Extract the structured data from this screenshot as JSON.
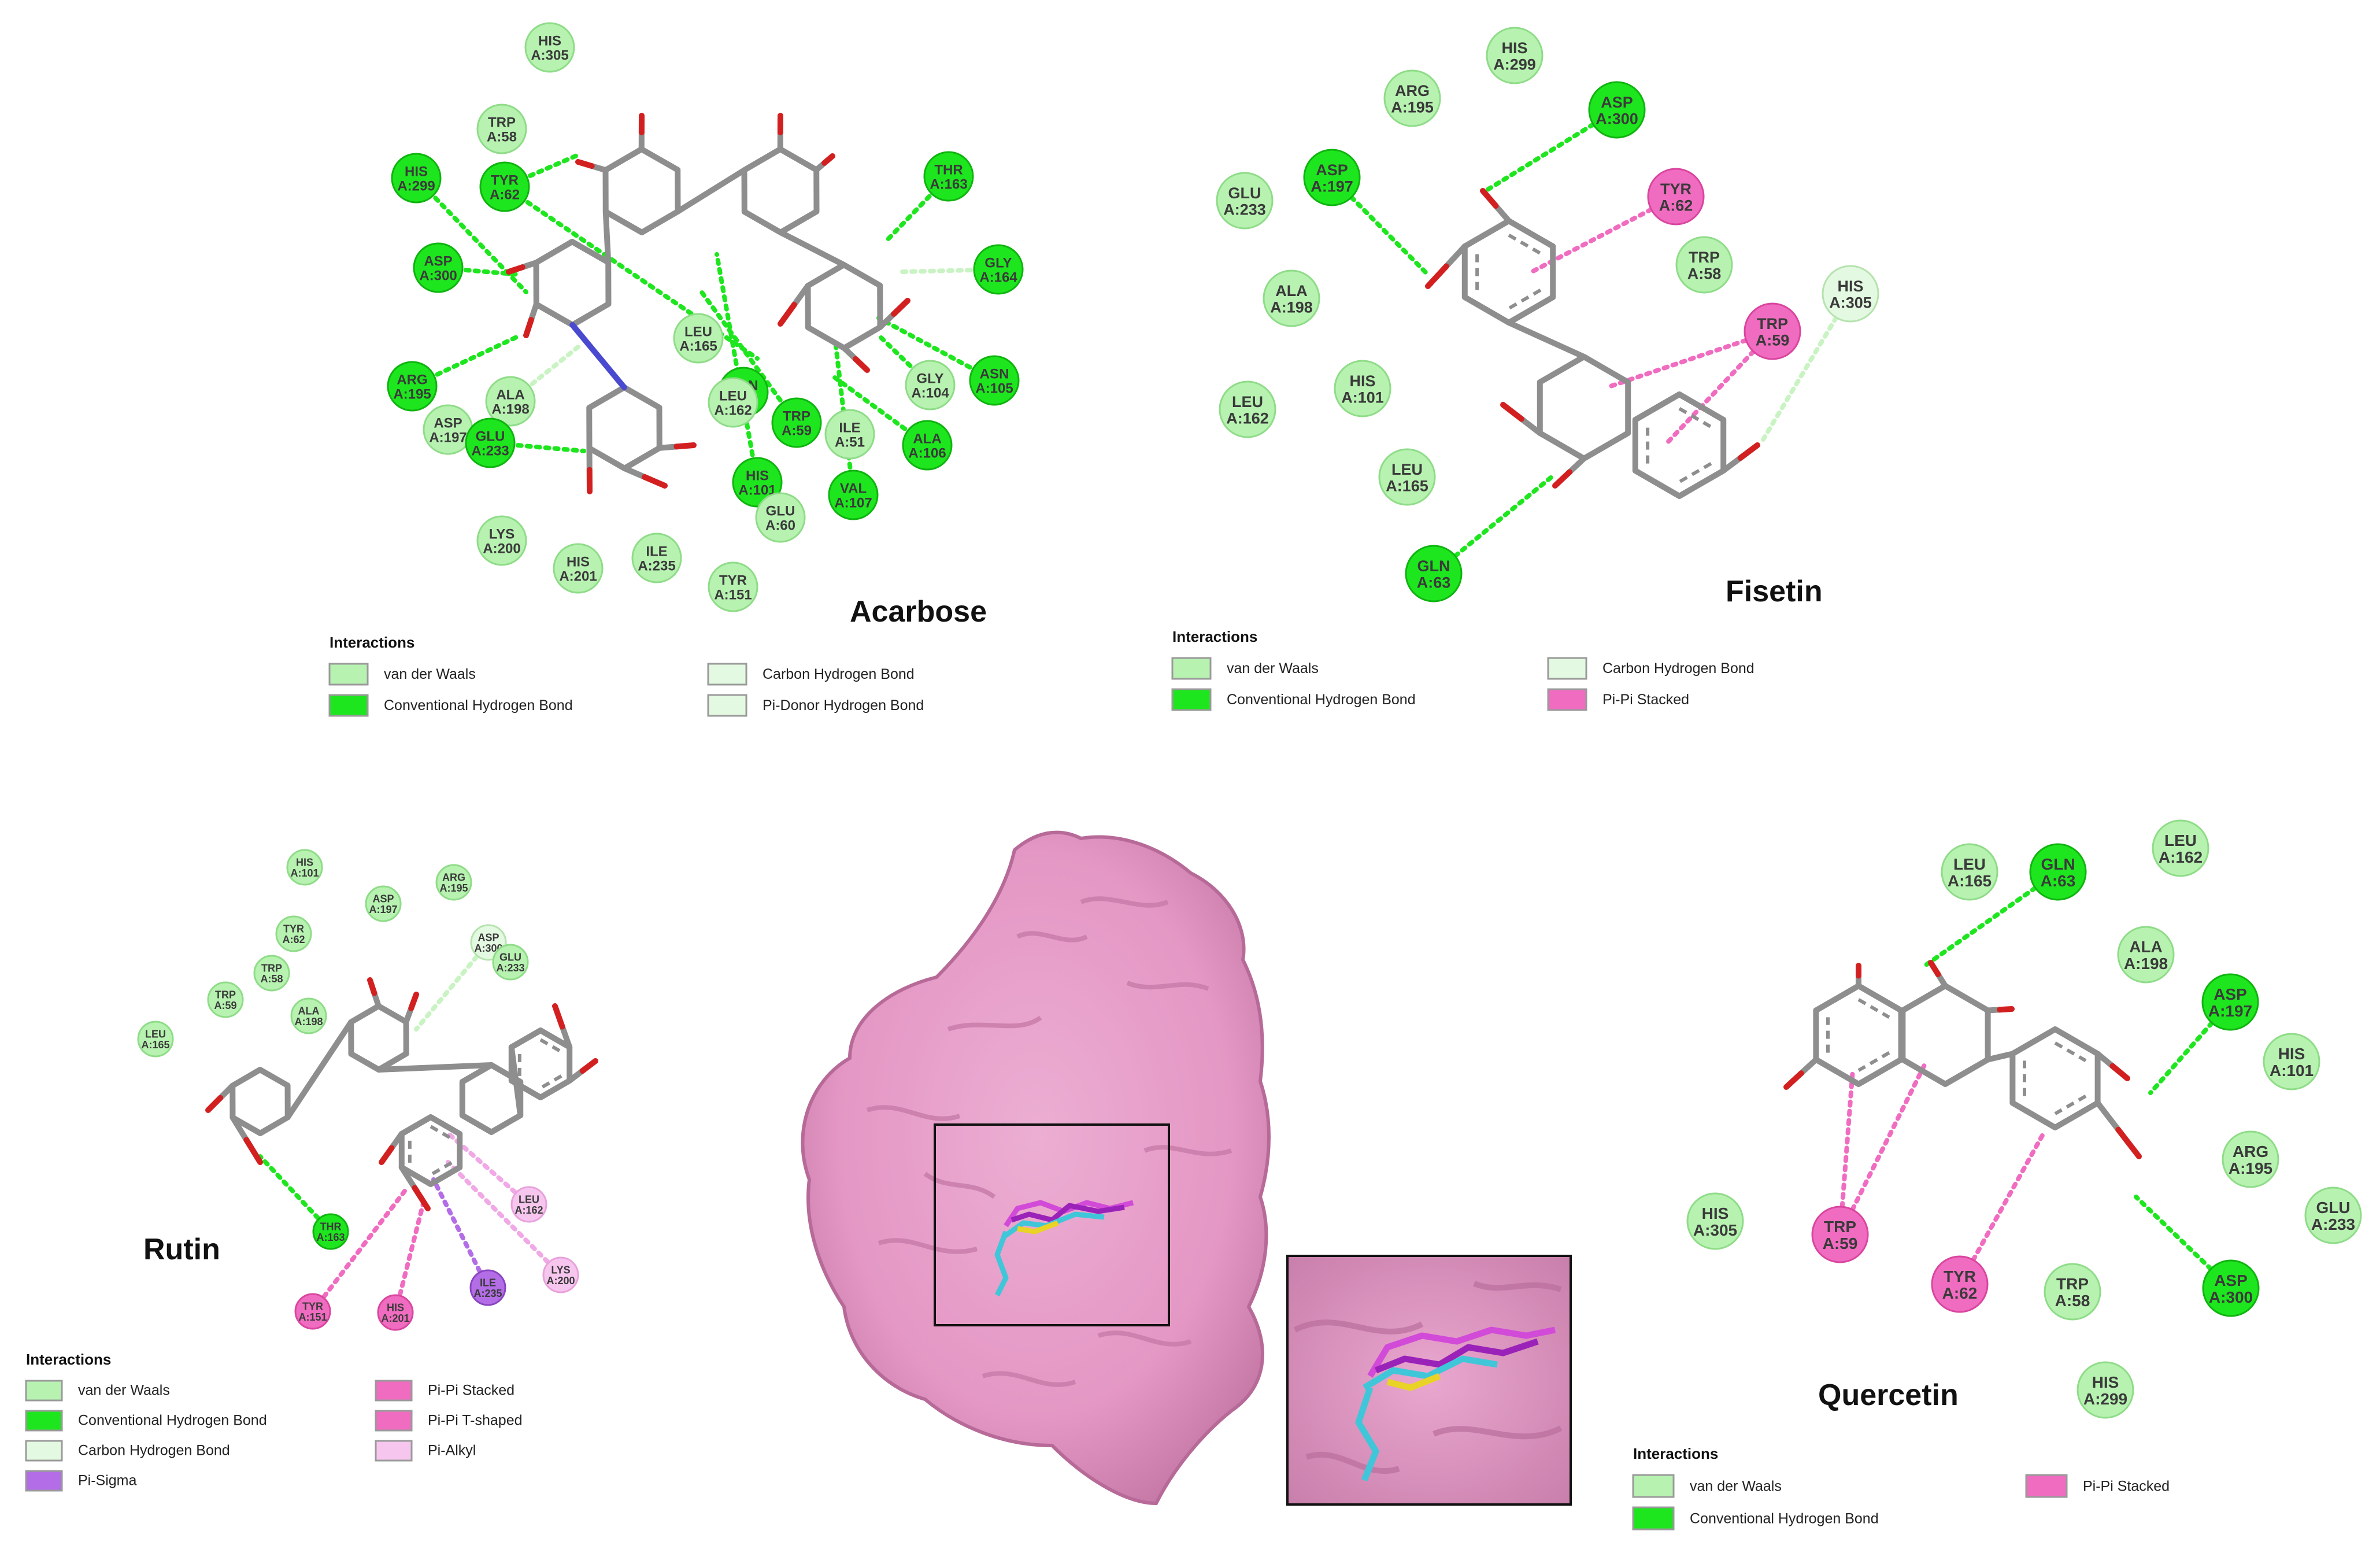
{
  "colors": {
    "vdw": "#b7f2b1",
    "hbond": "#1ee61e",
    "chbond": "#e4f9e1",
    "pipi": "#f06cc0",
    "pialkyl": "#f6c6ee",
    "pisigma": "#b36de6",
    "bond": "#8e8e8e",
    "oxygen": "#d22020",
    "nitrogen": "#4a4ad0",
    "surface": "#e79cc8"
  },
  "panels": [
    {
      "id": "acarbose",
      "title": "Acarbose",
      "legend": {
        "header": "Interactions",
        "items": [
          {
            "label": "van der Waals",
            "type": "vdw"
          },
          {
            "label": "Conventional Hydrogen Bond",
            "type": "hbond"
          },
          {
            "label": "Carbon Hydrogen Bond",
            "type": "chbond"
          },
          {
            "label": "Pi-Donor Hydrogen Bond",
            "type": "chbond"
          }
        ]
      },
      "residues": [
        {
          "name": "HIS",
          "chain": "A:305",
          "type": "vdw"
        },
        {
          "name": "TRP",
          "chain": "A:58",
          "type": "vdw"
        },
        {
          "name": "HIS",
          "chain": "A:299",
          "type": "hbond"
        },
        {
          "name": "TYR",
          "chain": "A:62",
          "type": "hbond"
        },
        {
          "name": "ASP",
          "chain": "A:300",
          "type": "hbond"
        },
        {
          "name": "ARG",
          "chain": "A:195",
          "type": "hbond"
        },
        {
          "name": "ALA",
          "chain": "A:198",
          "type": "vdw"
        },
        {
          "name": "ASP",
          "chain": "A:197",
          "type": "vdw"
        },
        {
          "name": "GLU",
          "chain": "A:233",
          "type": "hbond"
        },
        {
          "name": "LYS",
          "chain": "A:200",
          "type": "vdw"
        },
        {
          "name": "HIS",
          "chain": "A:201",
          "type": "vdw"
        },
        {
          "name": "ILE",
          "chain": "A:235",
          "type": "vdw"
        },
        {
          "name": "TYR",
          "chain": "A:151",
          "type": "vdw"
        },
        {
          "name": "LEU",
          "chain": "A:165",
          "type": "vdw"
        },
        {
          "name": "GLN",
          "chain": "A:63",
          "type": "hbond"
        },
        {
          "name": "LEU",
          "chain": "A:162",
          "type": "vdw"
        },
        {
          "name": "TRP",
          "chain": "A:59",
          "type": "hbond"
        },
        {
          "name": "HIS",
          "chain": "A:101",
          "type": "hbond"
        },
        {
          "name": "GLU",
          "chain": "A:60",
          "type": "vdw"
        },
        {
          "name": "ILE",
          "chain": "A:51",
          "type": "vdw"
        },
        {
          "name": "VAL",
          "chain": "A:107",
          "type": "hbond"
        },
        {
          "name": "ALA",
          "chain": "A:106",
          "type": "hbond"
        },
        {
          "name": "GLY",
          "chain": "A:104",
          "type": "vdw"
        },
        {
          "name": "ASN",
          "chain": "A:105",
          "type": "hbond"
        },
        {
          "name": "GLY",
          "chain": "A:164",
          "type": "hbond"
        },
        {
          "name": "THR",
          "chain": "A:163",
          "type": "hbond"
        }
      ]
    },
    {
      "id": "fisetin",
      "title": "Fisetin",
      "legend": {
        "header": "Interactions",
        "items": [
          {
            "label": "van der Waals",
            "type": "vdw"
          },
          {
            "label": "Conventional Hydrogen Bond",
            "type": "hbond"
          },
          {
            "label": "Carbon Hydrogen Bond",
            "type": "chbond"
          },
          {
            "label": "Pi-Pi Stacked",
            "type": "pipi"
          }
        ]
      },
      "residues": [
        {
          "name": "HIS",
          "chain": "A:299",
          "type": "vdw"
        },
        {
          "name": "ARG",
          "chain": "A:195",
          "type": "vdw"
        },
        {
          "name": "ASP",
          "chain": "A:300",
          "type": "hbond"
        },
        {
          "name": "ASP",
          "chain": "A:197",
          "type": "hbond"
        },
        {
          "name": "GLU",
          "chain": "A:233",
          "type": "vdw"
        },
        {
          "name": "TYR",
          "chain": "A:62",
          "type": "pipi"
        },
        {
          "name": "TRP",
          "chain": "A:58",
          "type": "vdw"
        },
        {
          "name": "HIS",
          "chain": "A:305",
          "type": "chbond"
        },
        {
          "name": "ALA",
          "chain": "A:198",
          "type": "vdw"
        },
        {
          "name": "TRP",
          "chain": "A:59",
          "type": "pipi"
        },
        {
          "name": "LEU",
          "chain": "A:162",
          "type": "vdw"
        },
        {
          "name": "HIS",
          "chain": "A:101",
          "type": "vdw"
        },
        {
          "name": "LEU",
          "chain": "A:165",
          "type": "vdw"
        },
        {
          "name": "GLN",
          "chain": "A:63",
          "type": "hbond"
        }
      ]
    },
    {
      "id": "rutin",
      "title": "Rutin",
      "legend": {
        "header": "Interactions",
        "items": [
          {
            "label": "van der Waals",
            "type": "vdw"
          },
          {
            "label": "Conventional Hydrogen Bond",
            "type": "hbond"
          },
          {
            "label": "Carbon Hydrogen Bond",
            "type": "chbond"
          },
          {
            "label": "Pi-Sigma",
            "type": "pisigma"
          },
          {
            "label": "Pi-Pi Stacked",
            "type": "pipi"
          },
          {
            "label": "Pi-Pi T-shaped",
            "type": "pipi"
          },
          {
            "label": "Pi-Alkyl",
            "type": "pialkyl"
          }
        ]
      },
      "residues": [
        {
          "name": "HIS",
          "chain": "A:101",
          "type": "vdw"
        },
        {
          "name": "ARG",
          "chain": "A:195",
          "type": "vdw"
        },
        {
          "name": "ASP",
          "chain": "A:197",
          "type": "vdw"
        },
        {
          "name": "TYR",
          "chain": "A:62",
          "type": "vdw"
        },
        {
          "name": "ASP",
          "chain": "A:300",
          "type": "chbond"
        },
        {
          "name": "GLU",
          "chain": "A:233",
          "type": "vdw"
        },
        {
          "name": "TRP",
          "chain": "A:58",
          "type": "vdw"
        },
        {
          "name": "TRP",
          "chain": "A:59",
          "type": "vdw"
        },
        {
          "name": "ALA",
          "chain": "A:198",
          "type": "vdw"
        },
        {
          "name": "LEU",
          "chain": "A:165",
          "type": "vdw"
        },
        {
          "name": "THR",
          "chain": "A:163",
          "type": "hbond"
        },
        {
          "name": "LEU",
          "chain": "A:162",
          "type": "pialkyl"
        },
        {
          "name": "LYS",
          "chain": "A:200",
          "type": "pialkyl"
        },
        {
          "name": "TYR",
          "chain": "A:151",
          "type": "pipi"
        },
        {
          "name": "HIS",
          "chain": "A:201",
          "type": "pipi"
        },
        {
          "name": "ILE",
          "chain": "A:235",
          "type": "pisigma"
        }
      ]
    },
    {
      "id": "quercetin",
      "title": "Quercetin",
      "legend": {
        "header": "Interactions",
        "items": [
          {
            "label": "van der Waals",
            "type": "vdw"
          },
          {
            "label": "Conventional Hydrogen Bond",
            "type": "hbond"
          },
          {
            "label": "Pi-Pi Stacked",
            "type": "pipi"
          }
        ]
      },
      "residues": [
        {
          "name": "LEU",
          "chain": "A:165",
          "type": "vdw"
        },
        {
          "name": "GLN",
          "chain": "A:63",
          "type": "hbond"
        },
        {
          "name": "LEU",
          "chain": "A:162",
          "type": "vdw"
        },
        {
          "name": "ALA",
          "chain": "A:198",
          "type": "vdw"
        },
        {
          "name": "ASP",
          "chain": "A:197",
          "type": "hbond"
        },
        {
          "name": "HIS",
          "chain": "A:101",
          "type": "vdw"
        },
        {
          "name": "ARG",
          "chain": "A:195",
          "type": "vdw"
        },
        {
          "name": "GLU",
          "chain": "A:233",
          "type": "vdw"
        },
        {
          "name": "ASP",
          "chain": "A:300",
          "type": "hbond"
        },
        {
          "name": "HIS",
          "chain": "A:305",
          "type": "vdw"
        },
        {
          "name": "TRP",
          "chain": "A:59",
          "type": "pipi"
        },
        {
          "name": "TYR",
          "chain": "A:62",
          "type": "pipi"
        },
        {
          "name": "TRP",
          "chain": "A:58",
          "type": "vdw"
        },
        {
          "name": "HIS",
          "chain": "A:299",
          "type": "vdw"
        }
      ]
    }
  ]
}
